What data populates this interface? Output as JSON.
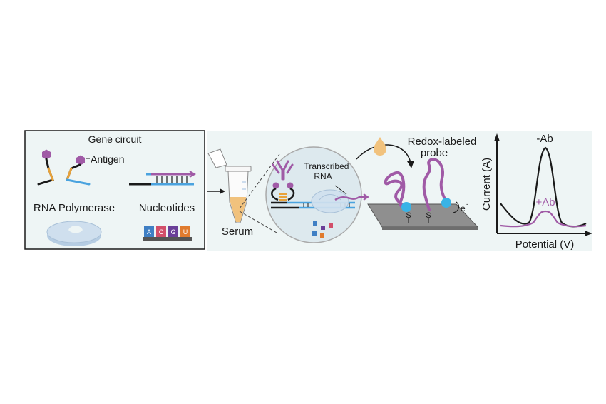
{
  "panels": {
    "gene_circuit": {
      "title": "Gene circuit",
      "antigen_label": "Antigen",
      "polymerase_label": "RNA Polymerase",
      "nucleotides_label": "Nucleotides",
      "bases": [
        "A",
        "C",
        "G",
        "U"
      ]
    },
    "serum": {
      "label": "Serum"
    },
    "reaction": {
      "rna_label_line1": "Transcribed",
      "rna_label_line2": "RNA"
    },
    "electrode": {
      "probe_label_line1": "Redox-labeled",
      "probe_label_line2": "probe",
      "thiol_label": "S",
      "electron_label": "e",
      "electron_superscript": "-"
    },
    "voltammogram": {
      "x_label": "Potential (V)",
      "y_label": "Current (A)",
      "curve_neg_label": "-Ab",
      "curve_pos_label": "+Ab"
    }
  },
  "colors": {
    "purple": "#a05aa6",
    "orange": "#e8a23a",
    "blue": "#4aa3df",
    "black": "#1a1a1a",
    "panel_bg": "#eef5f5",
    "tube_liquid": "#f1c27d",
    "polymerase": "#cfdfee",
    "electrode": "#8f8f8f",
    "redox_dot": "#39b3e6",
    "base_A": "#3f7fc4",
    "base_C": "#d24f6a",
    "base_G": "#6a3f98",
    "base_U": "#e07b2e"
  }
}
